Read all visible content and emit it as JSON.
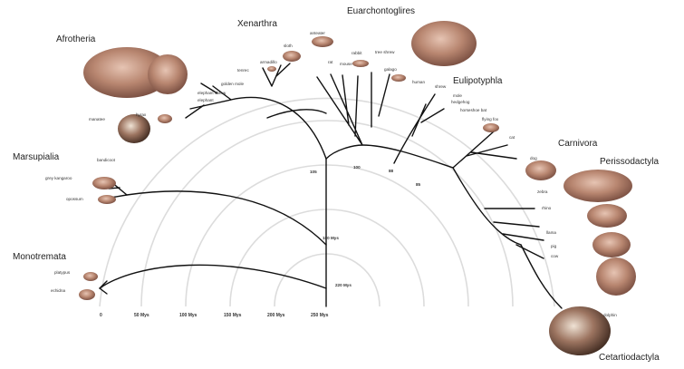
{
  "clades": {
    "afrotheria": "Afrotheria",
    "xenarthra": "Xenarthra",
    "euarchontoglires": "Euarchontoglires",
    "eulipotyphla": "Eulipotyphla",
    "marsupialia": "Marsupialia",
    "carnivora": "Carnivora",
    "perissodactyla": "Perissodactyla",
    "monotremata": "Monotremata",
    "cetartiodactyla": "Cetartiodactyla"
  },
  "species": {
    "manatee": "manatee",
    "hyrax": "hyrax",
    "elephant_shrew": "elephant shrew",
    "elephant": "elephant",
    "golden_mole": "golden mole",
    "tenrec": "tenrec",
    "armadillo": "armadillo",
    "sloth": "sloth",
    "anteater": "anteater",
    "rat": "rat",
    "mouse": "mouse",
    "rabbit": "rabbit",
    "tree_shrew": "tree shrew",
    "galago": "galago",
    "human": "human",
    "shrew": "shrew",
    "mole": "mole",
    "hedgehog": "hedgehog",
    "horseshoe_bat": "horseshoe bat",
    "flying_fox": "flying fox",
    "cat": "cat",
    "dog": "dog",
    "zebra": "zebra",
    "rhino": "rhino",
    "llama": "llama",
    "pig": "pig",
    "cow": "cow",
    "dolphin": "dolphin",
    "bandicoot": "bandicoot",
    "grey_kangaroo": "grey kangaroo",
    "opossum": "opossum",
    "platypus": "platypus",
    "echidna": "echidna"
  },
  "axis": {
    "t0": "0",
    "t50": "50 Mys",
    "t100": "100 Mys",
    "t150": "150 Mys",
    "t200": "200 Mys",
    "t250": "250 Mys"
  },
  "nodes": {
    "n180": "180 Mys",
    "n220": "220 Mys",
    "n105": "105",
    "n100": "100",
    "n88": "88",
    "n85": "85"
  },
  "colors": {
    "branch": "#111111",
    "ring": "#dcdcdc",
    "brain_tissue": "#b98a75"
  }
}
